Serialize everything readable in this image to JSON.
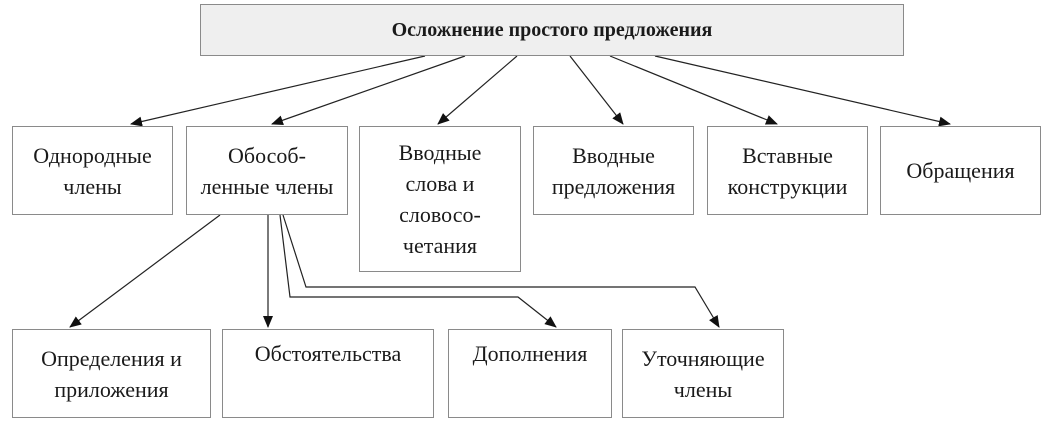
{
  "root": {
    "label": "Осложнение простого предложения"
  },
  "level1": [
    {
      "id": "odnorodnye",
      "label": "Однородные\nчлены"
    },
    {
      "id": "obosoblennye",
      "label": "Обособ-\nленные члены"
    },
    {
      "id": "vvodnye-slova",
      "label": "Вводные\nслова и\nсловосо-\nчетания"
    },
    {
      "id": "vvodnye-predlozheniya",
      "label": "Вводные\nпредложения"
    },
    {
      "id": "vstavnye",
      "label": "Вставные\nконструкции"
    },
    {
      "id": "obrashcheniya",
      "label": "Обращения"
    }
  ],
  "level2": [
    {
      "id": "opredeleniya",
      "label": "Определения и\nприложения"
    },
    {
      "id": "obstoyatelstva",
      "label": "Обстоятельства"
    },
    {
      "id": "dopolneniya",
      "label": "Дополнения"
    },
    {
      "id": "utochnyayushchie",
      "label": "Уточняющие\nчлены"
    }
  ]
}
